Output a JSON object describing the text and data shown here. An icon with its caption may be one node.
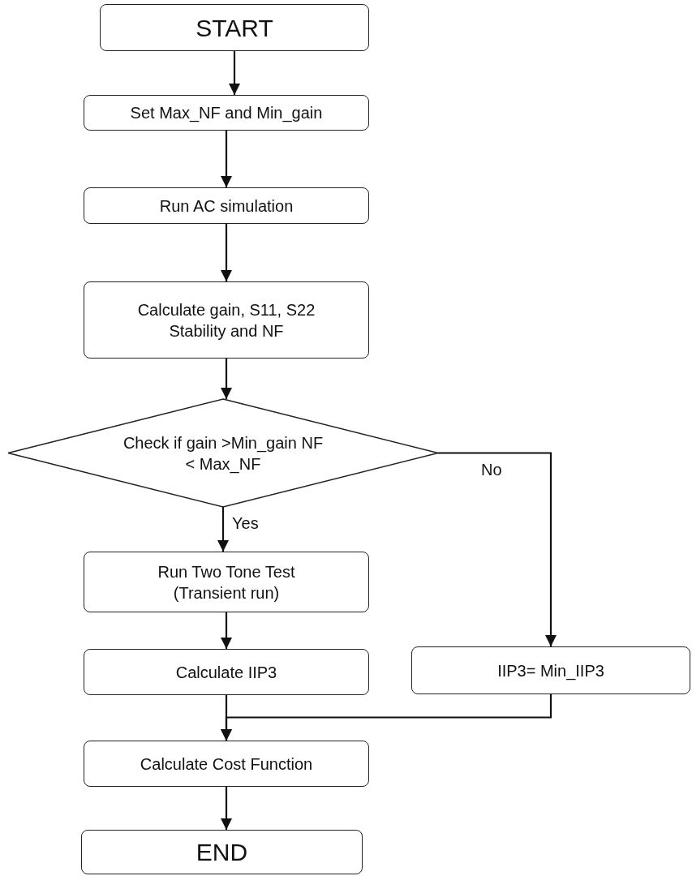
{
  "diagram": {
    "nodes": [
      {
        "text": [
          "START"
        ]
      },
      {
        "text": [
          "Set Max_NF and Min_gain"
        ]
      },
      {
        "text": [
          "Run AC simulation"
        ]
      },
      {
        "text": [
          "Calculate gain, S11, S22 Stability and NF"
        ]
      },
      {
        "text": [
          "Check if gain >Min_gain NF < Max_NF"
        ]
      },
      {
        "text": [
          "Run Two Tone Test (Transient run)"
        ]
      },
      {
        "text": [
          "Calculate IIP3"
        ]
      },
      {
        "text": [
          "IIP3= Min_IIP3"
        ]
      },
      {
        "text": [
          "Calculate Cost Function"
        ]
      },
      {
        "text": [
          "END"
        ]
      }
    ],
    "edges": [
      {
        "from": 0,
        "to": 1,
        "arrow": "to"
      },
      {
        "from": 1,
        "to": 2,
        "arrow": "to"
      },
      {
        "from": 2,
        "to": 3,
        "arrow": "to"
      },
      {
        "from": 3,
        "to": 4,
        "arrow": "to"
      },
      {
        "from": 4,
        "to": 5,
        "arrow": "to",
        "label": "Yes"
      },
      {
        "from": 4,
        "to": 7,
        "arrow": "to",
        "label": "No"
      },
      {
        "from": 5,
        "to": 6,
        "arrow": "to"
      },
      {
        "from": 6,
        "to": 8,
        "arrow": "to"
      },
      {
        "from": 7,
        "to": 8,
        "arrow": "to"
      },
      {
        "from": 8,
        "to": 9,
        "arrow": "to"
      }
    ]
  }
}
